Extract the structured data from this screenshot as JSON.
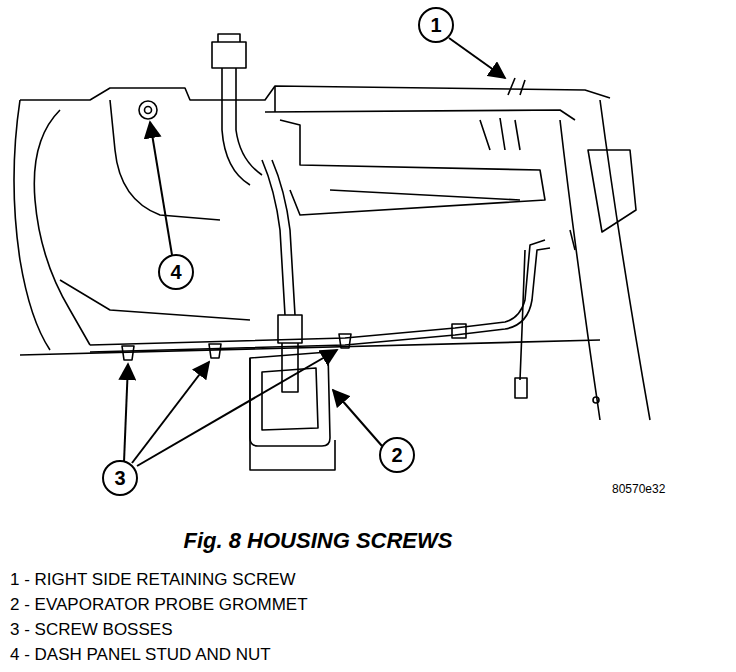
{
  "diagram": {
    "caption": "Fig. 8 HOUSING SCREWS",
    "nodes": [
      {
        "text": [
          "1"
        ]
      },
      {
        "text": [
          "4"
        ]
      },
      {
        "text": [
          "2"
        ]
      },
      {
        "text": [
          "3"
        ]
      }
    ],
    "labels": [
      "80570e32",
      "1 - RIGHT SIDE RETAINING SCREW",
      "2 - EVAPORATOR PROBE GROMMET",
      "3 - SCREW BOSSES",
      "4 - DASH PANEL STUD AND NUT"
    ]
  }
}
